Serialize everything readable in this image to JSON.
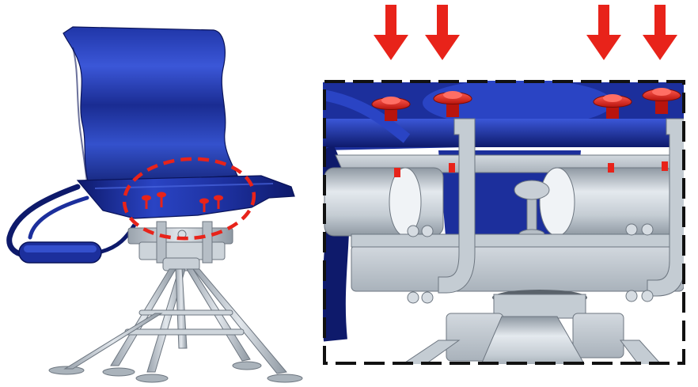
{
  "figure": {
    "left_view": {
      "icon": "seat-on-tripod-overview",
      "highlight_shape": "dashed-ellipse"
    },
    "right_view": {
      "icon": "seat-mount-detail-zoom",
      "frame_style": "dashed-box"
    },
    "arrows": {
      "count": 4,
      "direction": "down",
      "icon": "down-arrow-icon"
    },
    "knobs": {
      "count": 4,
      "icon": "knob-icon"
    }
  },
  "colors": {
    "seat_blue": "#1c2f9c",
    "seat_blue_dark": "#0e1a6b",
    "seat_blue_light": "#3b57d8",
    "metal_grey": "#c4ccd3",
    "metal_grey_dark": "#8e98a2",
    "accent_red": "#e8231a",
    "frame_black": "#111111",
    "background": "#ffffff"
  }
}
